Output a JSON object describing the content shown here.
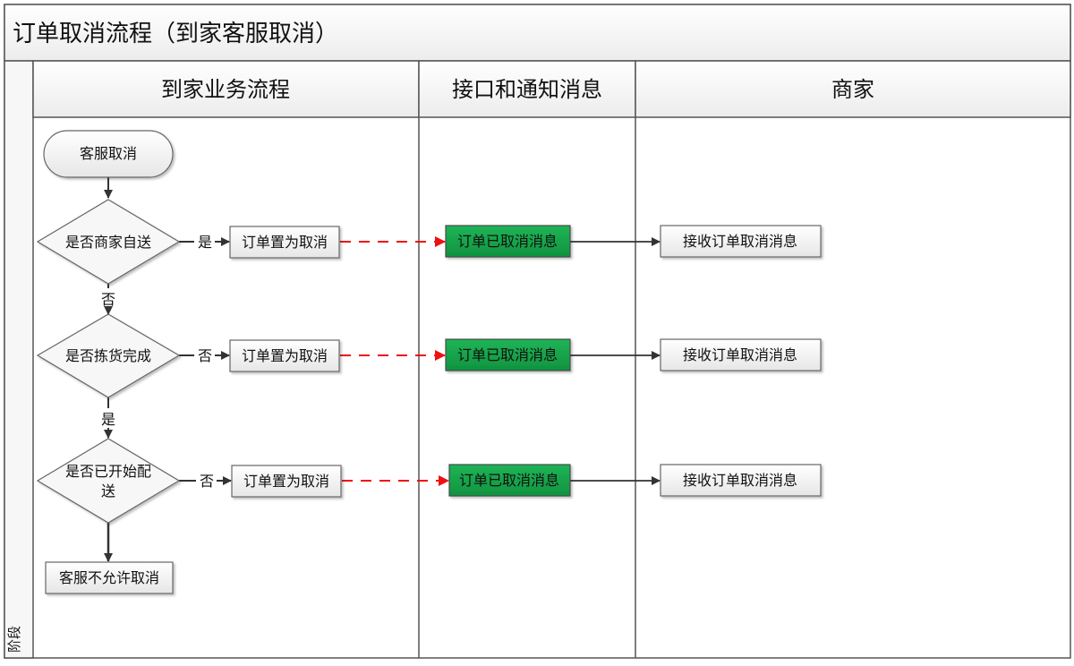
{
  "title": "订单取消流程（到家客服取消）",
  "stage_label": "阶段",
  "lanes": [
    "到家业务流程",
    "接口和通知消息",
    "商家"
  ],
  "nodes": {
    "start": "客服取消",
    "d1": "是否商家自送",
    "d2": "是否拣货完成",
    "d3_line1": "是否已开始配",
    "d3_line2": "送",
    "a1": "订单置为取消",
    "a2": "订单置为取消",
    "a3": "订单置为取消",
    "m1": "订单已取消消息",
    "m2": "订单已取消消息",
    "m3": "订单已取消消息",
    "r1": "接收订单取消消息",
    "r2": "接收订单取消消息",
    "r3": "接收订单取消消息",
    "deny": "客服不允许取消"
  },
  "edge_labels": {
    "d1_yes": "是",
    "d1_no": "否",
    "d2_no": "否",
    "d2_yes": "是",
    "d3_no": "否"
  },
  "colors": {
    "border": "#555555",
    "header_bg": "#f4f4f4",
    "box_bg": "#f2f2f2",
    "message_bg": "#12a34a",
    "dashed_arrow": "#ee1111",
    "arrow": "#333333"
  }
}
